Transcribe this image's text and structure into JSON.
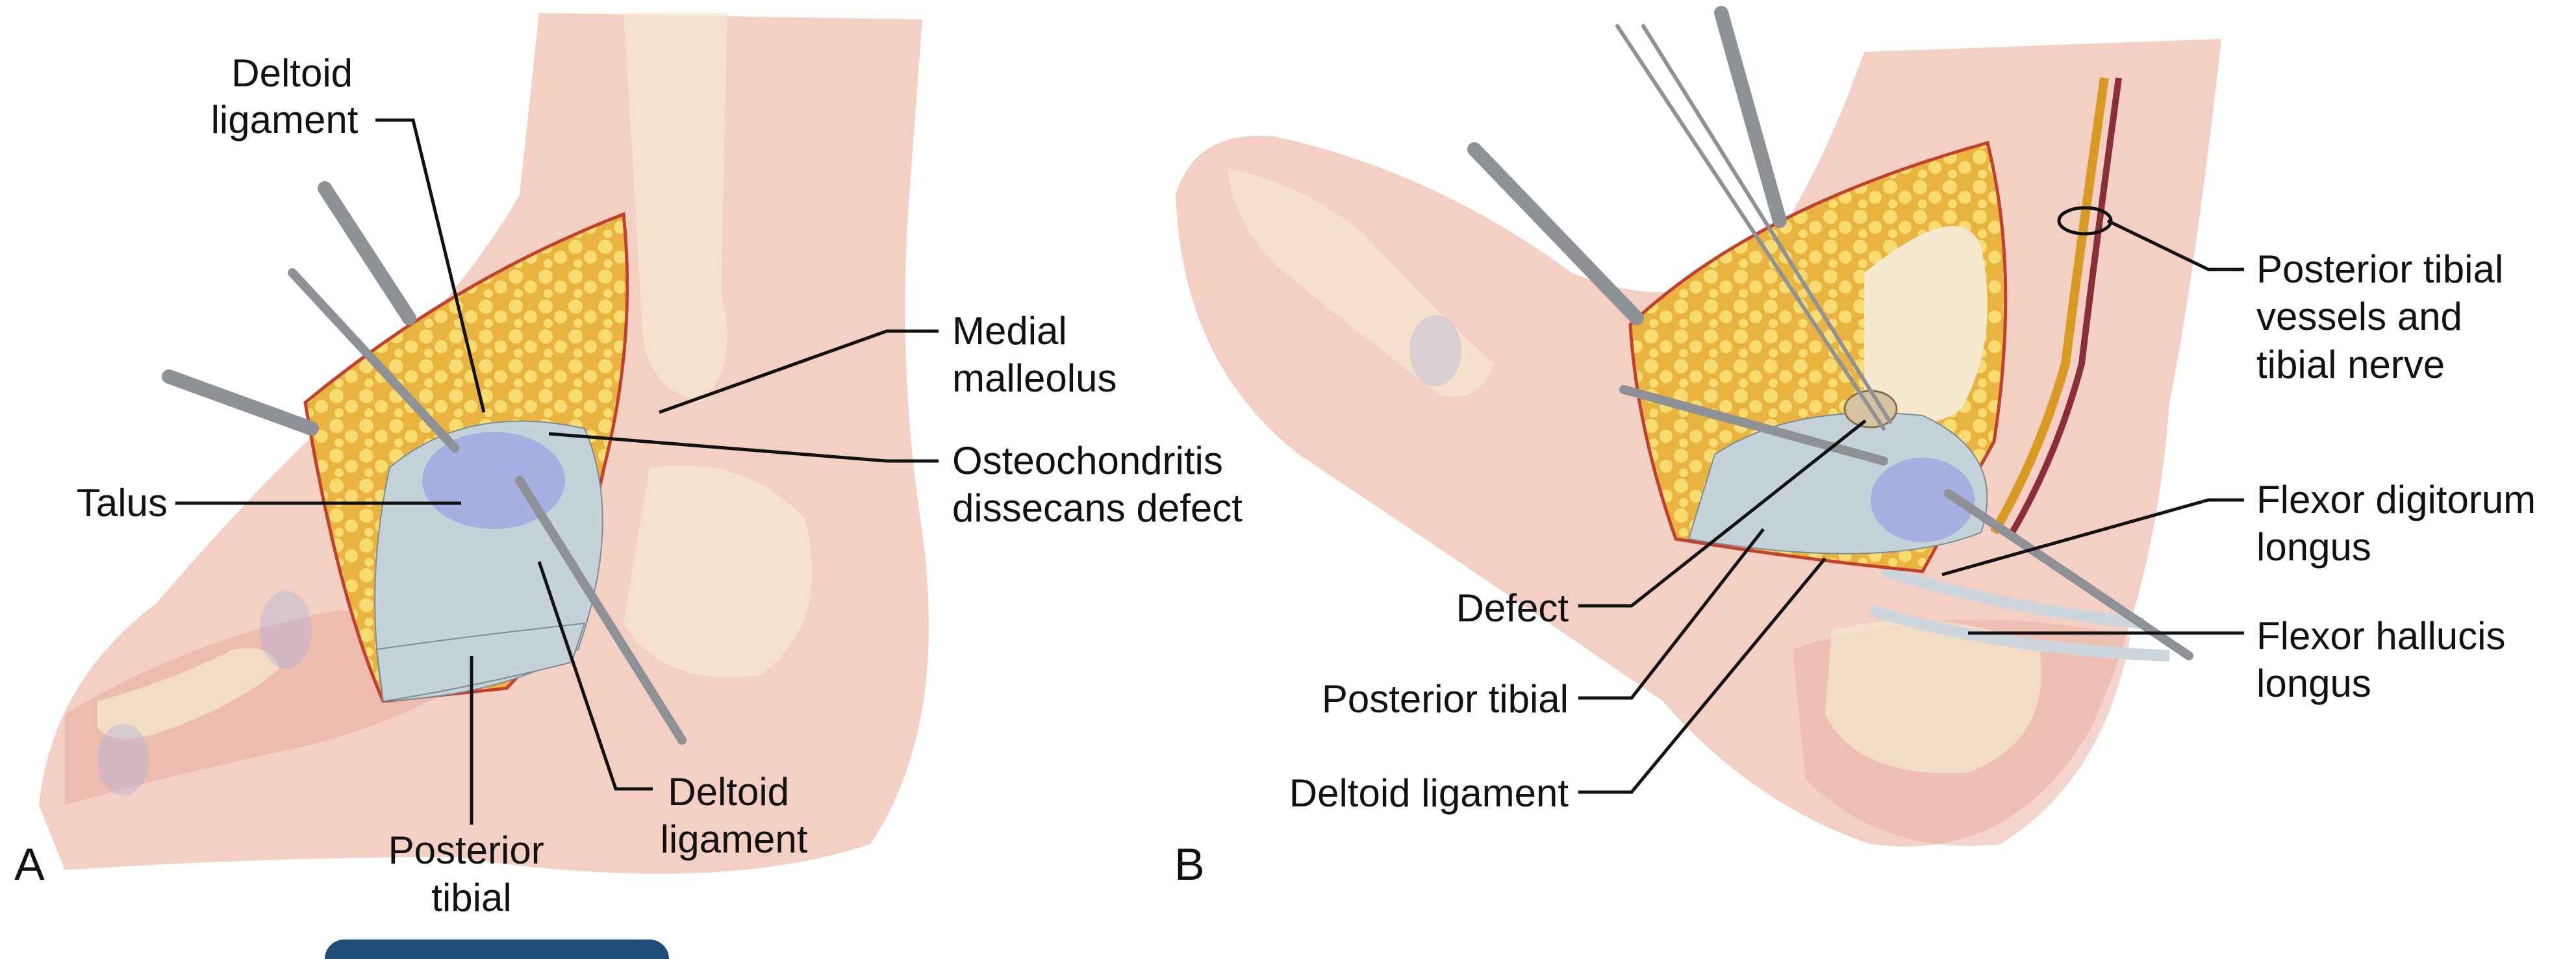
{
  "colors": {
    "skin": "#f3cfc4",
    "skin_shade": "#e9b3a6",
    "bone": "#f5e8cf",
    "fat": "#e8b33e",
    "fat_highlight": "#f8dc72",
    "wound_edge": "#c2412e",
    "ligament": "#c6d2da",
    "talus": "#a7aee0",
    "instrument": "#8e9297",
    "artery": "#d99a24",
    "vein": "#8a2f3a",
    "tab": "#1f4c78"
  },
  "panel_a": {
    "letter": "A",
    "labels": {
      "deltoid_ligament_top": [
        "Deltoid",
        "ligament"
      ],
      "medial_malleolus": [
        "Medial",
        "malleolus"
      ],
      "talus": [
        "Talus"
      ],
      "osteochondritis_defect": [
        "Osteochondritis",
        "dissecans defect"
      ],
      "posterior_tibial": [
        "Posterior",
        "tibial"
      ],
      "deltoid_ligament_bottom": [
        "Deltoid",
        "ligament"
      ]
    }
  },
  "panel_b": {
    "letter": "B",
    "labels": {
      "posterior_tibial_vessels": [
        "Posterior tibial",
        "vessels and",
        "tibial nerve"
      ],
      "flexor_digitorum_longus": [
        "Flexor digitorum",
        "longus"
      ],
      "flexor_hallucis_longus": [
        "Flexor hallucis",
        "longus"
      ],
      "defect": [
        "Defect"
      ],
      "posterior_tibial": [
        "Posterior tibial"
      ],
      "deltoid_ligament": [
        "Deltoid ligament"
      ]
    }
  }
}
